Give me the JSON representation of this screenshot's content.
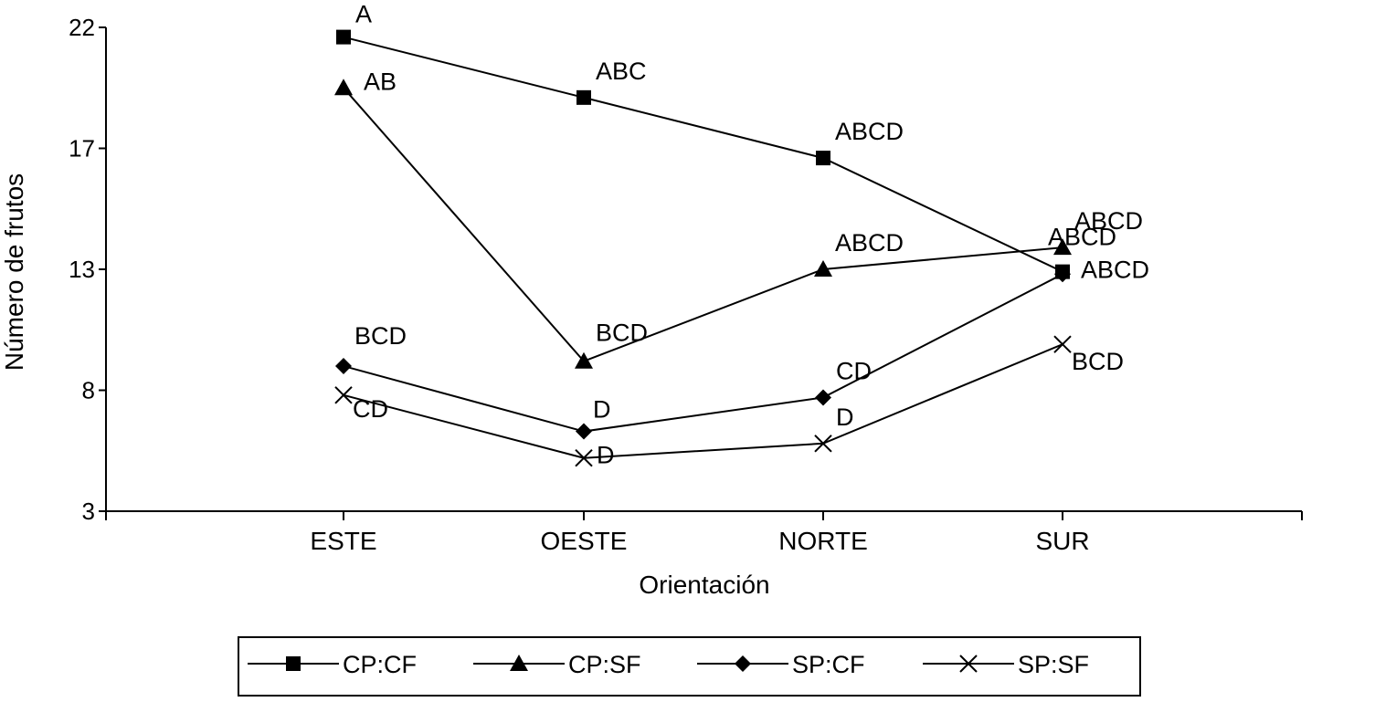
{
  "chart_data": {
    "type": "line",
    "title": "",
    "xlabel": "Orientación",
    "ylabel": "Número de frutos",
    "categories": [
      "ESTE",
      "OESTE",
      "NORTE",
      "SUR"
    ],
    "yticks": [
      "3",
      "8",
      "13",
      "17",
      "22"
    ],
    "yaxis": {
      "tick_values": [
        3,
        8,
        13,
        17,
        22
      ],
      "tick_positions": [
        3,
        8,
        13,
        18,
        23
      ]
    },
    "grid": false,
    "legend_position": "bottom",
    "series": [
      {
        "name": "CP:CF",
        "marker": "square",
        "values": [
          22.6,
          20.1,
          17.6,
          12.9
        ],
        "labels": [
          "A",
          "ABC",
          "ABCD",
          "ABCD"
        ]
      },
      {
        "name": "CP:SF",
        "marker": "triangle",
        "values": [
          20.5,
          9.2,
          13.0,
          13.9
        ],
        "labels": [
          "AB",
          "BCD",
          "ABCD",
          "ABCD"
        ]
      },
      {
        "name": "SP:CF",
        "marker": "diamond",
        "values": [
          9.0,
          6.3,
          7.7,
          12.8
        ],
        "labels": [
          "BCD",
          "D",
          "CD",
          "ABCD"
        ]
      },
      {
        "name": "SP:SF",
        "marker": "x",
        "values": [
          7.8,
          5.2,
          5.8,
          9.9
        ],
        "labels": [
          "CD",
          "D",
          "D",
          "BCD"
        ]
      }
    ]
  }
}
